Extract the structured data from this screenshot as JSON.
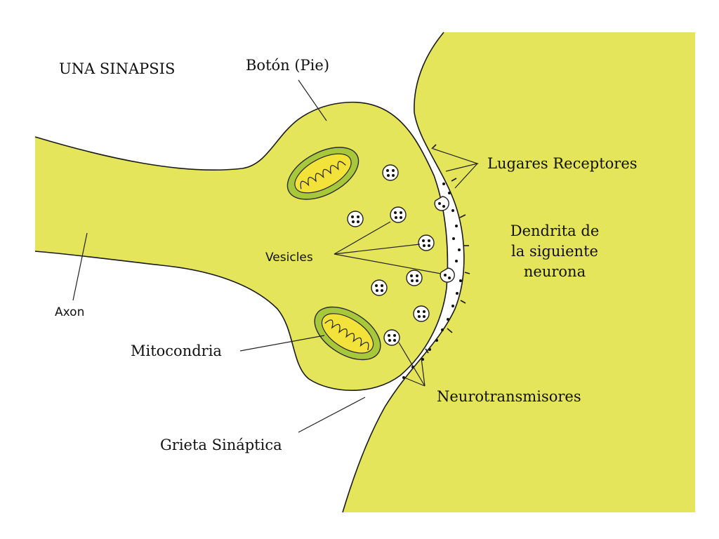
{
  "title": "UNA SINAPSIS",
  "labels": {
    "boton": "Botón (Pie)",
    "receptores": "Lugares Receptores",
    "dendrita_line1": "Dendrita de",
    "dendrita_line2": "la siguiente",
    "dendrita_line3": "neurona",
    "vesicles": "Vesicles",
    "axon": "Axon",
    "mitocondria": "Mitocondria",
    "neurotransmisores": "Neurotransmisores",
    "grieta": "Grieta Sináptica"
  },
  "colors": {
    "cell": "#e5e55b",
    "mitochondria_outer": "#a8c83c",
    "mitochondria_inner": "#f2e23a"
  }
}
